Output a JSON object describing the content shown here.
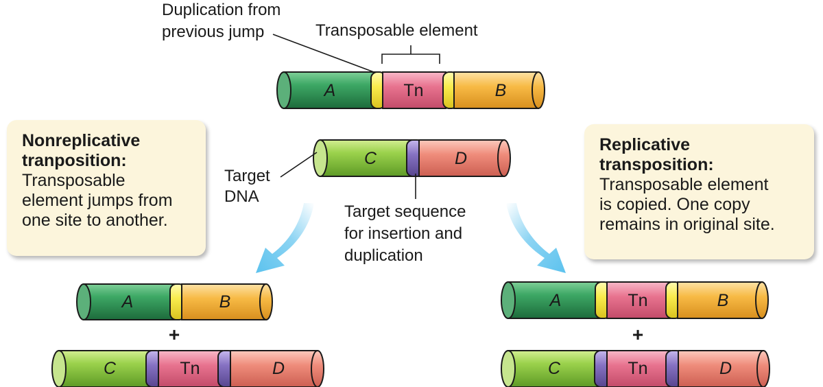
{
  "labels": {
    "duplication_line1": "Duplication from",
    "duplication_line2": "previous jump",
    "transposable_element": "Transposable element",
    "target_dna_line1": "Target",
    "target_dna_line2": "DNA",
    "target_seq_line1": "Target sequence",
    "target_seq_line2": "for insertion and",
    "target_seq_line3": "duplication",
    "plus": "+"
  },
  "segments": {
    "A": "A",
    "B": "B",
    "C": "C",
    "D": "D",
    "Tn": "Tn"
  },
  "nonreplicative": {
    "title_line1": "Nonreplicative",
    "title_line2": "tranposition:",
    "body_line1": "Transposable",
    "body_line2": "element jumps from",
    "body_line3": "one site to another."
  },
  "replicative": {
    "title_line1": "Replicative",
    "title_line2": "transposition:",
    "body_line1": "Transposable element",
    "body_line2": "is copied. One copy",
    "body_line3": "remains in original site."
  },
  "colors": {
    "dark_green": "#2f8f55",
    "light_green": "#8cc440",
    "yellow": "#f6e84a",
    "pink": "#e56a8a",
    "orange": "#f5b13e",
    "salmon": "#ea7f72",
    "purple": "#7e6bb5",
    "arrow": "#5cc2ee"
  }
}
